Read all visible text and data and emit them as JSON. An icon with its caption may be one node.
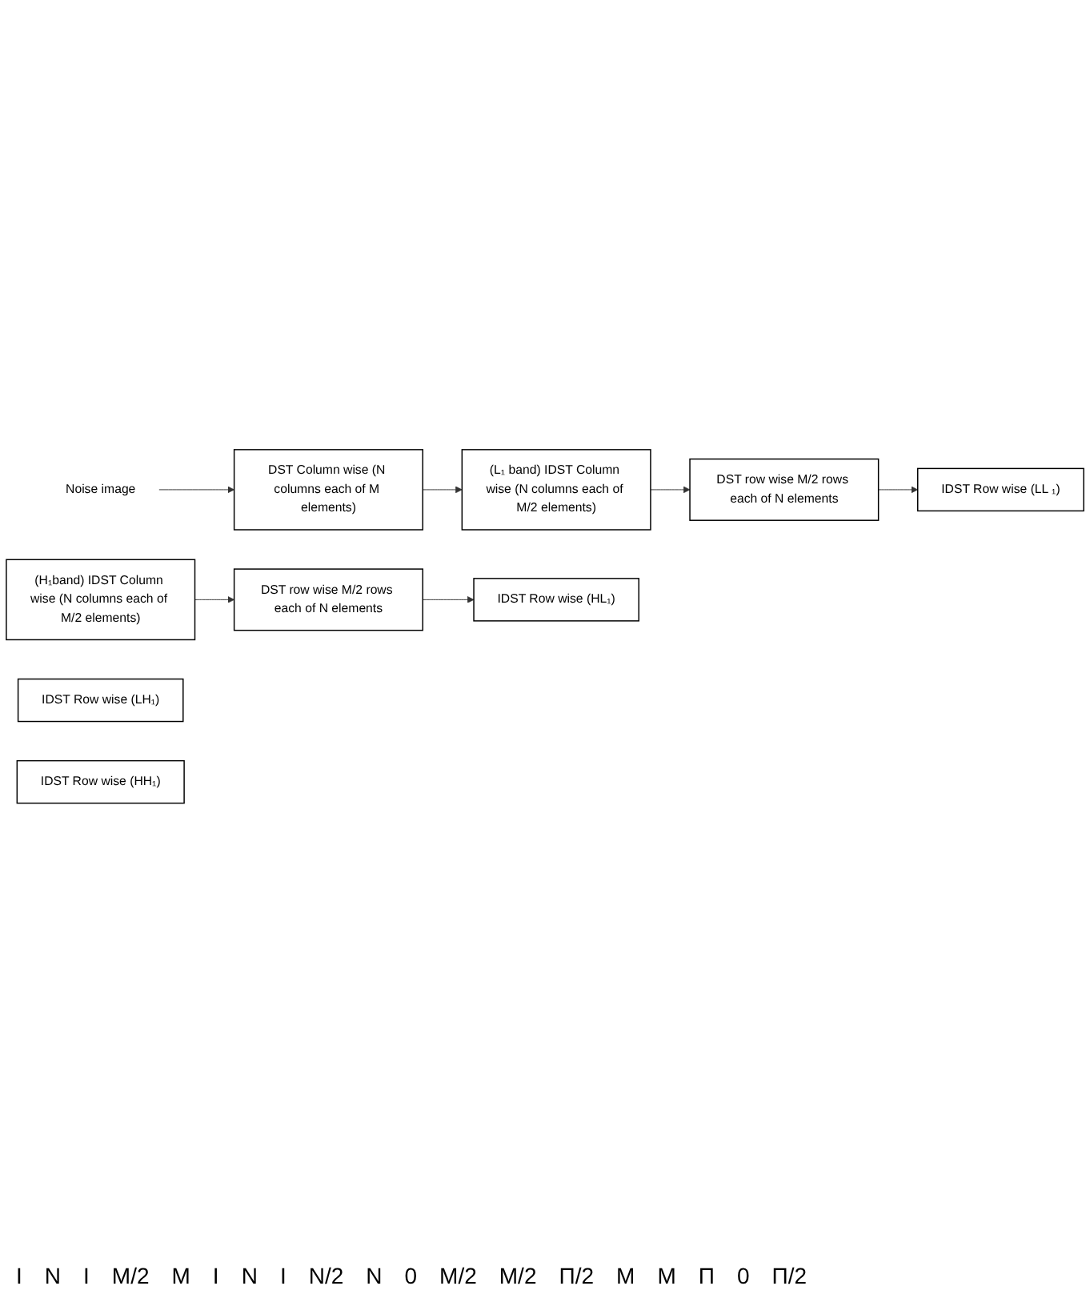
{
  "diagram": {
    "nodes": [
      {
        "text": [
          "Noise image"
        ]
      },
      {
        "text": [
          "DST Column wise (N columns each of M elements)"
        ]
      },
      {
        "text": [
          "(L₁ band) IDST Column wise (N columns each of M/2 elements)"
        ]
      },
      {
        "text": [
          "(H₁band) IDST Column wise (N columns each of M/2 elements)"
        ]
      },
      {
        "text": [
          "DST row wise M/2 rows each of N elements"
        ]
      },
      {
        "text": [
          "DST row wise M/2 rows each of N elements"
        ]
      },
      {
        "text": [
          "IDST Row wise (LL ₁)"
        ]
      },
      {
        "text": [
          "IDST Row wise (LH₁)"
        ]
      },
      {
        "text": [
          "IDST Row wise (HL₁)"
        ]
      },
      {
        "text": [
          "IDST Row wise (HH₁)"
        ]
      }
    ],
    "edges": [
      {
        "from": 0,
        "to": 1,
        "arrow": "to"
      },
      {
        "from": 1,
        "to": 2,
        "arrow": "to"
      },
      {
        "from": 2,
        "to": 4,
        "arrow": "to"
      },
      {
        "from": 3,
        "to": 5,
        "arrow": "to"
      },
      {
        "from": 4,
        "to": 6,
        "arrow": "to"
      },
      {
        "from": 5,
        "to": 8,
        "arrow": "to"
      }
    ],
    "labels": [
      "I",
      "N",
      "I",
      "M/2",
      "M",
      "I",
      "N",
      "I",
      "N/2",
      "N",
      "0",
      "M/2",
      "M/2",
      "Π/2",
      "M",
      "M",
      "Π",
      "0",
      "Π/2"
    ]
  }
}
